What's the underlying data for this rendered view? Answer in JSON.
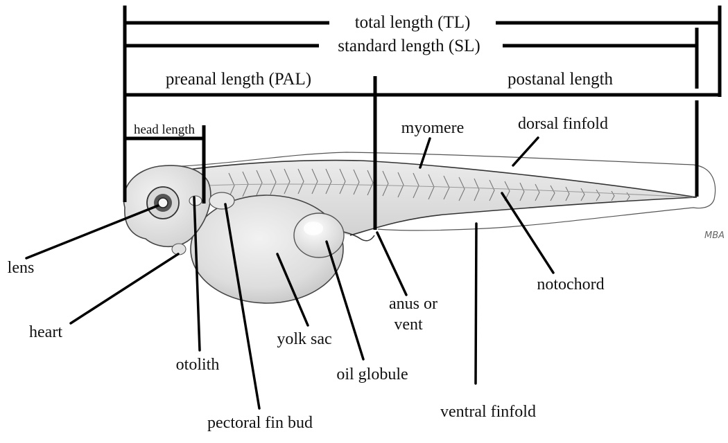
{
  "measurements": {
    "total_length": "total length (TL)",
    "standard_length": "standard length (SL)",
    "preanal_length": "preanal length (PAL)",
    "postanal_length": "postanal length",
    "head_length": "head length"
  },
  "structures": {
    "myomere": "myomere",
    "dorsal_finfold": "dorsal finfold",
    "lens": "lens",
    "heart": "heart",
    "otolith": "otolith",
    "pectoral_fin_bud": "pectoral fin bud",
    "yolk_sac": "yolk sac",
    "oil_globule": "oil globule",
    "anus_line1": "anus or",
    "anus_line2": "vent",
    "ventral_finfold": "ventral finfold",
    "notochord": "notochord"
  },
  "artist_signature": "MBA",
  "colors": {
    "ink": "#000000",
    "body_shade": "#e6e6e6",
    "yolk_shade": "#dcdcdc",
    "eye": "#555555"
  }
}
